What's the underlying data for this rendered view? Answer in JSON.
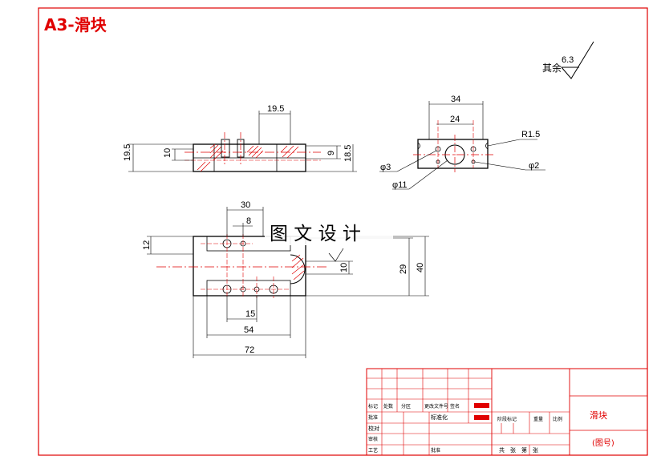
{
  "title": "A3-滑块",
  "watermark": "图 文 设 计",
  "roughness": {
    "prefix": "其余",
    "value": "6.3"
  },
  "dimensions": {
    "front_top": "19.5",
    "front_left_outer": "19.5",
    "front_left_inner": "10",
    "front_right_inner": "9",
    "front_right_outer": "18.5",
    "side_outer": "34",
    "side_inner": "24",
    "side_radius": "R1.5",
    "side_hole_small": "φ3",
    "side_hole_big": "φ11",
    "side_hole_tiny": "φ2",
    "top_30": "30",
    "top_8": "8",
    "top_12": "12",
    "top_10": "10",
    "top_29": "29",
    "top_40": "40",
    "top_15": "15",
    "top_54": "54",
    "top_72": "72"
  },
  "title_block": {
    "part_name": "滑块",
    "drawing_no": "(图号)",
    "standardization": "标准化",
    "check": "校对",
    "review": "审核",
    "process": "工艺",
    "approve": "批准",
    "stage_mark": "阶段标记",
    "weight": "重量",
    "scale": "比例",
    "sheets": "共　张　第　张",
    "labels_row": [
      "标记",
      "处数",
      "分区",
      "更改文件号",
      "签名"
    ]
  }
}
